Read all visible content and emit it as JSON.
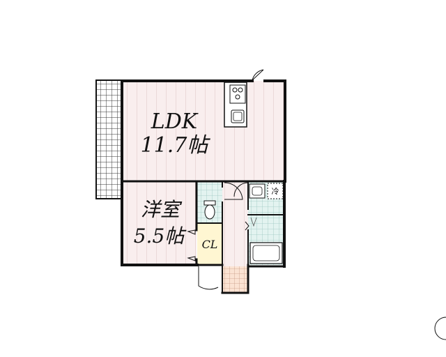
{
  "rooms": {
    "ldk": {
      "name": "LDK",
      "size": "11.7帖"
    },
    "western": {
      "name": "洋室",
      "size": "5.5帖"
    },
    "closet": {
      "name": "CL"
    }
  },
  "fixtures": {
    "fridge": "冷"
  },
  "colors": {
    "wall": "#111111",
    "room_fill": "#f9eeee",
    "stripe": "#e2c9c9",
    "wet_fill": "#e3f3f0",
    "wet_grid": "#9cc7c0",
    "closet_fill": "#fff6d2",
    "balcony_grid": "#333333",
    "entrance_fill": "#fbe3d3"
  },
  "icons": [
    "stove-icon",
    "sink-icon",
    "toilet-icon",
    "washbasin-icon",
    "bathtub-icon",
    "door-swing-icon"
  ]
}
